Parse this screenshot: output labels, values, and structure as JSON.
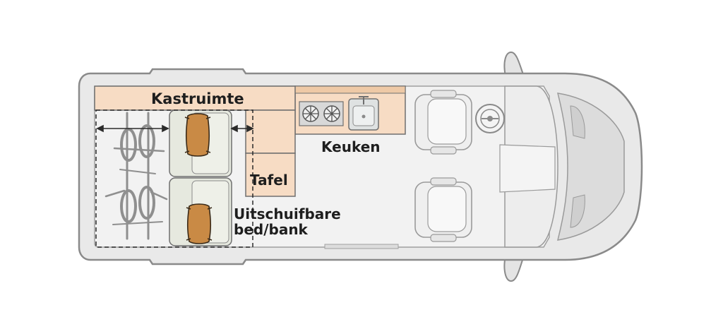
{
  "labels": {
    "storage": "Kastruimte",
    "kitchen": "Keuken",
    "table": "Tafel",
    "bed_line1": "Uitschuifbare",
    "bed_line2": "bed/bank"
  },
  "colors": {
    "van_body": "#e9e9e9",
    "van_outline": "#8a8a8a",
    "floor": "#f2f2f2",
    "furniture": "#f7dcc4",
    "counter_strip": "#eec9a6",
    "pillow": "#c98a45",
    "bed": "#e6e9df"
  }
}
